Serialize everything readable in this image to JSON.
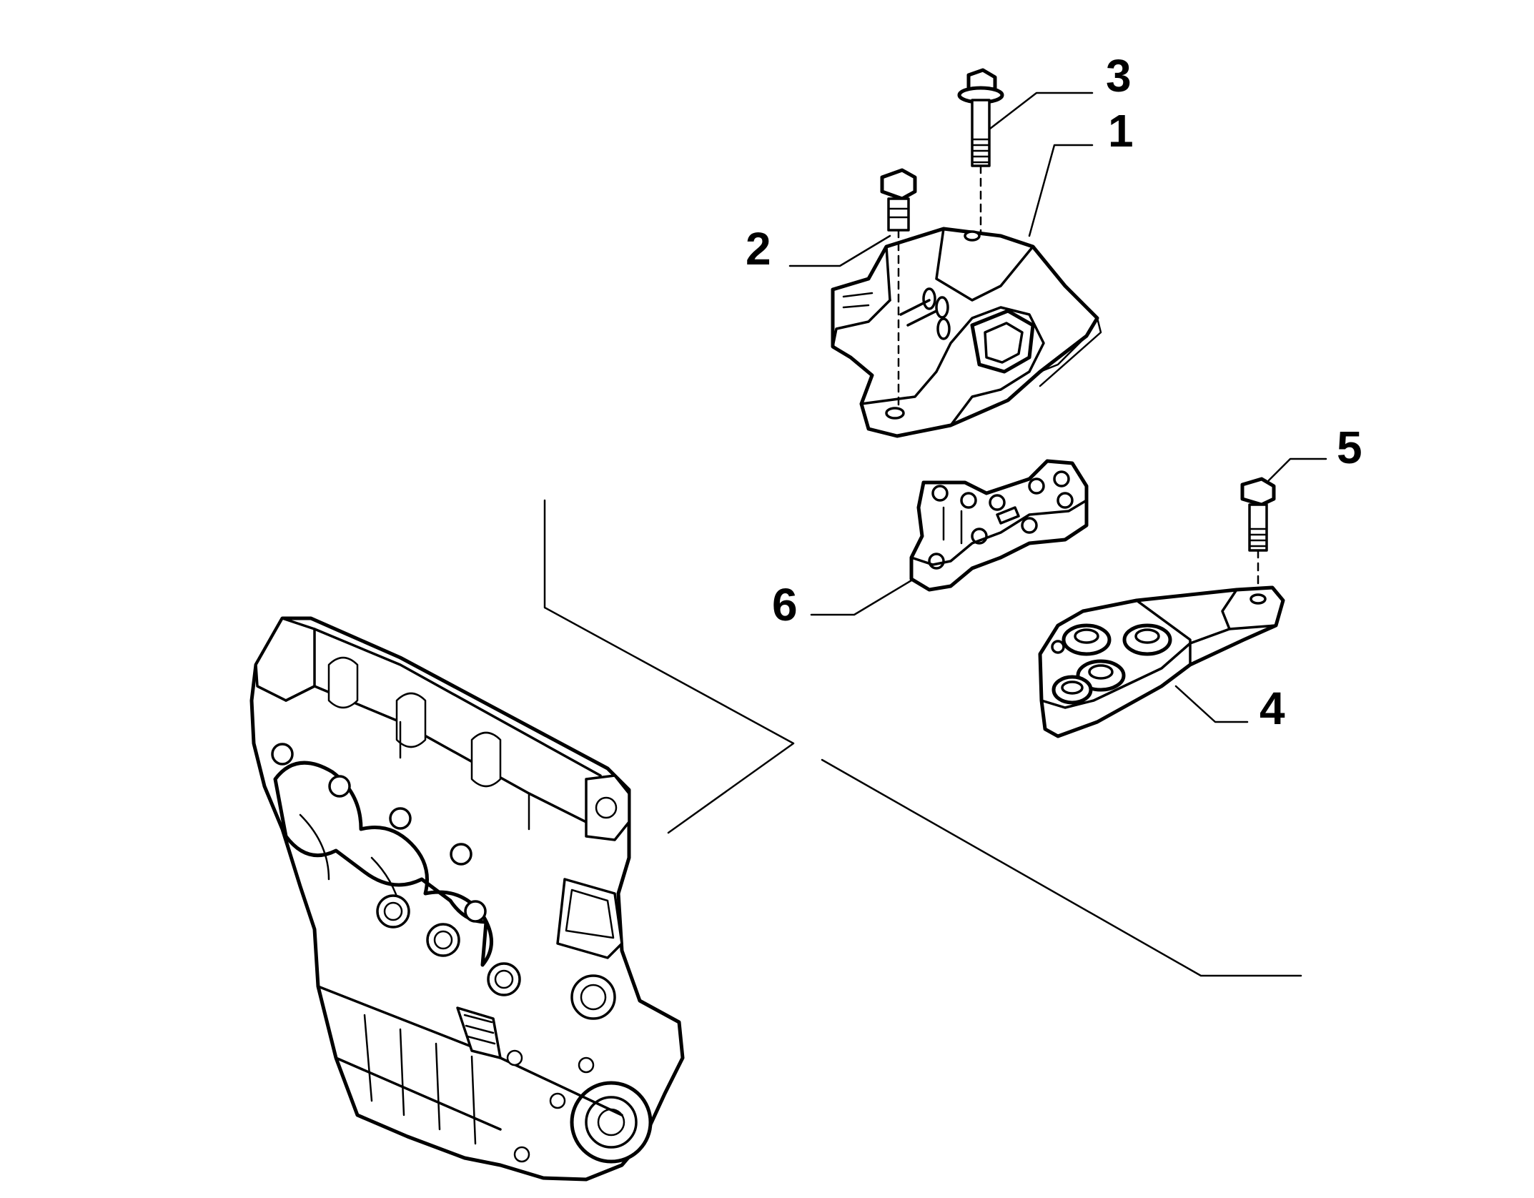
{
  "diagram": {
    "ink_color": "#000000",
    "background_color": "#ffffff",
    "callouts": [
      {
        "id": "1",
        "label": "1"
      },
      {
        "id": "2",
        "label": "2"
      },
      {
        "id": "3",
        "label": "3"
      },
      {
        "id": "4",
        "label": "4"
      },
      {
        "id": "5",
        "label": "5"
      },
      {
        "id": "6",
        "label": "6"
      }
    ]
  }
}
